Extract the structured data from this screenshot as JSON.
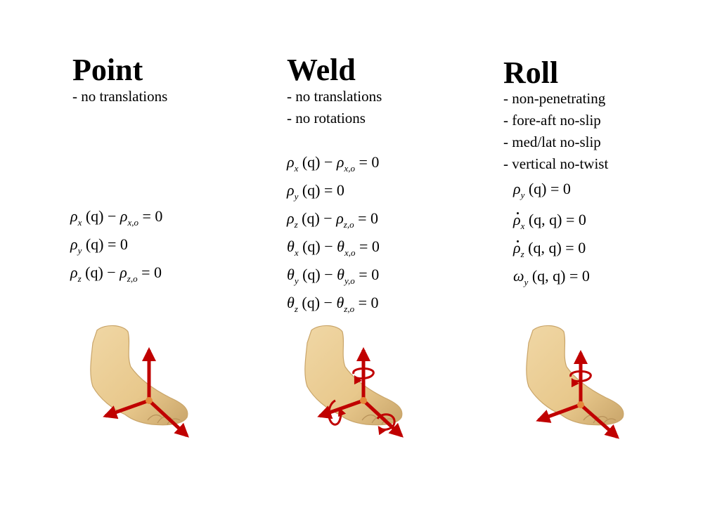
{
  "columns": [
    {
      "title": "Point",
      "bullets": [
        "- no translations"
      ],
      "equations": [
        {
          "sym": "ρ",
          "sub": "x",
          "args": "(q)",
          "rest": "ρ",
          "rest_sub": "x,o",
          "rhs": "= 0"
        },
        {
          "sym": "ρ",
          "sub": "y",
          "args": "(q)",
          "rhs": "= 0"
        },
        {
          "sym": "ρ",
          "sub": "z",
          "args": "(q)",
          "rest": "ρ",
          "rest_sub": "z,o",
          "rhs": "= 0"
        }
      ],
      "figure": {
        "icon": "foot-with-translation-axes",
        "rotation_arrows": 0
      }
    },
    {
      "title": "Weld",
      "bullets": [
        "- no translations",
        "- no rotations"
      ],
      "equations": [
        {
          "sym": "ρ",
          "sub": "x",
          "args": "(q)",
          "rest": "ρ",
          "rest_sub": "x,o",
          "rhs": "= 0"
        },
        {
          "sym": "ρ",
          "sub": "y",
          "args": "(q)",
          "rhs": "= 0"
        },
        {
          "sym": "ρ",
          "sub": "z",
          "args": "(q)",
          "rest": "ρ",
          "rest_sub": "z,o",
          "rhs": "= 0"
        },
        {
          "sym": "θ",
          "sub": "x",
          "args": "(q)",
          "rest": "θ",
          "rest_sub": "x,o",
          "rhs": "= 0"
        },
        {
          "sym": "θ",
          "sub": "y",
          "args": "(q)",
          "rest": "θ",
          "rest_sub": "y,o",
          "rhs": "= 0"
        },
        {
          "sym": "θ",
          "sub": "z",
          "args": "(q)",
          "rest": "θ",
          "rest_sub": "z,o",
          "rhs": "= 0"
        }
      ],
      "figure": {
        "icon": "foot-with-translation-and-rotation-axes",
        "rotation_arrows": 3
      }
    },
    {
      "title": "Roll",
      "bullets": [
        "- non-penetrating",
        "- fore-aft no-slip",
        "- med/lat no-slip",
        "- vertical no-twist"
      ],
      "equations": [
        {
          "sym": "ρ",
          "sub": "y",
          "args": "(q)",
          "rhs": "= 0"
        },
        {
          "sym": "ρ",
          "dot": true,
          "sub": "x",
          "args": "(q, q)",
          "args_dot_q": true,
          "rhs": "= 0"
        },
        {
          "sym": "ρ",
          "dot": true,
          "sub": "z",
          "args": "(q, q)",
          "args_dot_q": true,
          "rhs": "= 0"
        },
        {
          "sym": "ω",
          "sub": "y",
          "args": "(q, q)",
          "args_dot_q": true,
          "rhs": "= 0"
        }
      ],
      "figure": {
        "icon": "foot-with-vertical-rotation-axis",
        "rotation_arrows": 1
      }
    }
  ],
  "colors": {
    "foot": "#e8c88c",
    "foot_shade": "#c9a56a",
    "arrow": "#c00000",
    "origin": "#e58a3c"
  }
}
